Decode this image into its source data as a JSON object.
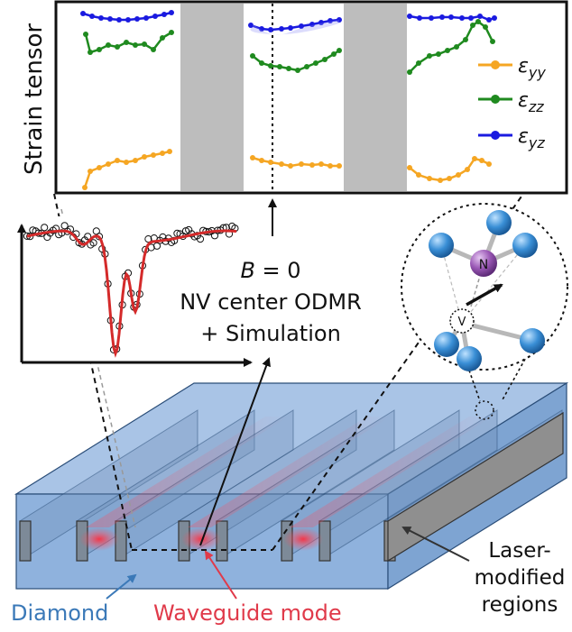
{
  "panel": {
    "y_axis_label": "Strain tensor",
    "legend": [
      {
        "key": "yy",
        "base": "ε",
        "sub": "yy",
        "color": "#f5a623"
      },
      {
        "key": "zz",
        "base": "ε",
        "sub": "zz",
        "color": "#1f8a1f"
      },
      {
        "key": "yz",
        "base": "ε",
        "sub": "yz",
        "color": "#1a1ae0"
      }
    ]
  },
  "center_text": {
    "line1_var": "B",
    "line1_rest": " = 0",
    "line2": "NV center ODMR",
    "line3": "+ Simulation"
  },
  "nv_center": {
    "n_label": "N",
    "v_label": "V"
  },
  "labels": {
    "diamond": "Diamond",
    "waveguide": "Waveguide mode",
    "laser_line1": "Laser-",
    "laser_line2": "modified",
    "laser_line3": "regions"
  },
  "colors": {
    "diamond_blue": "#3b79b8",
    "waveguide_red": "#e03a4a",
    "atom_blue": "#3a8fd6",
    "nitrogen_purple": "#9b59b6",
    "fit_red": "#d42a2a",
    "gray_region": "#bdbdbd"
  }
}
